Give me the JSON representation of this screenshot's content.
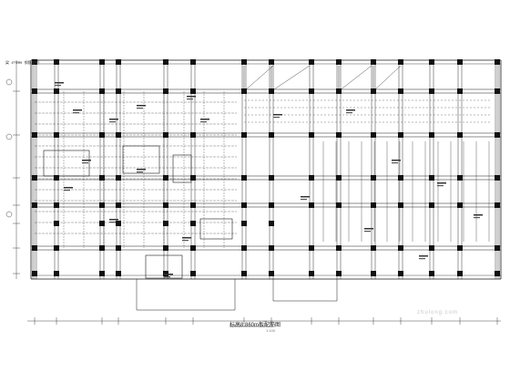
{
  "drawing": {
    "title": "标高8.860m板配筋图",
    "scale_note": "1:100",
    "corner_label": "梁 1:100 钢筋说明",
    "watermark": "zhulong.com"
  },
  "colors": {
    "line": "#1a1a1a",
    "column": "#111111",
    "background": "#ffffff"
  }
}
